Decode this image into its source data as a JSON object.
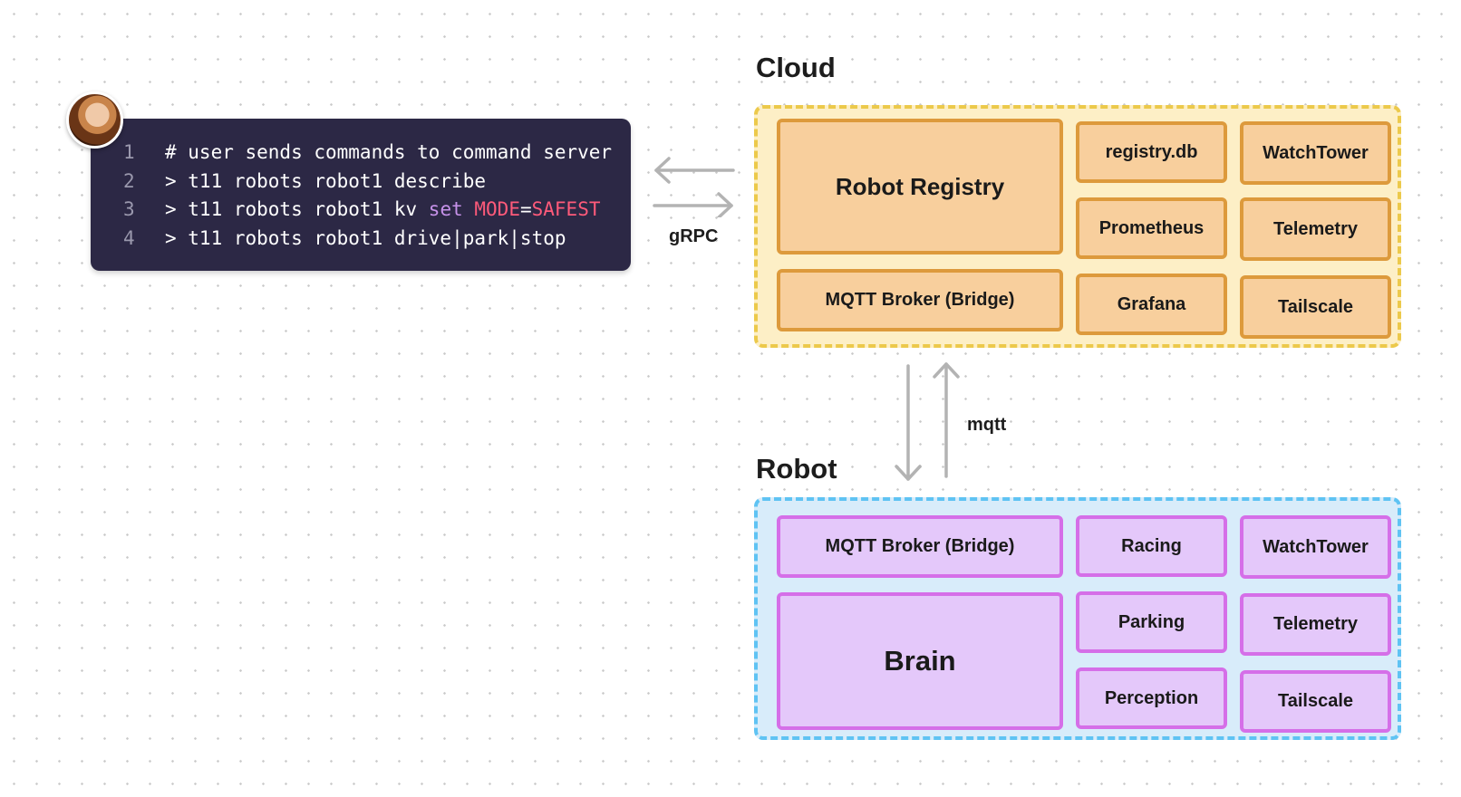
{
  "code": {
    "lines": [
      {
        "num": "1",
        "segments": [
          {
            "text": "# user sends commands to command server",
            "style": "plain"
          }
        ]
      },
      {
        "num": "2",
        "segments": [
          {
            "text": "> t11 robots robot1 describe",
            "style": "plain"
          }
        ]
      },
      {
        "num": "3",
        "segments": [
          {
            "text": "> t11 robots robot1 kv ",
            "style": "plain"
          },
          {
            "text": "set",
            "style": "kw"
          },
          {
            "text": " ",
            "style": "plain"
          },
          {
            "text": "MODE",
            "style": "var"
          },
          {
            "text": "=",
            "style": "plain"
          },
          {
            "text": "SAFEST",
            "style": "var"
          }
        ]
      },
      {
        "num": "4",
        "segments": [
          {
            "text": "> t11 robots robot1 drive|park|stop",
            "style": "plain"
          }
        ]
      }
    ]
  },
  "edges": {
    "grpc_label": "gRPC",
    "mqtt_label": "mqtt"
  },
  "cloud": {
    "title": "Cloud",
    "robot_registry": "Robot Registry",
    "mqtt_broker": "MQTT Broker (Bridge)",
    "registry_db": "registry.db",
    "watchtower": "WatchTower",
    "prometheus": "Prometheus",
    "telemetry": "Telemetry",
    "grafana": "Grafana",
    "tailscale": "Tailscale"
  },
  "robot": {
    "title": "Robot",
    "mqtt_broker": "MQTT Broker (Bridge)",
    "racing": "Racing",
    "watchtower": "WatchTower",
    "brain": "Brain",
    "parking": "Parking",
    "telemetry": "Telemetry",
    "perception": "Perception",
    "tailscale": "Tailscale"
  },
  "colors": {
    "code_bg": "#2c2845",
    "cloud_fill": "#fdefc6",
    "cloud_border": "#ecc94b",
    "cloud_node_fill": "#f8cf9d",
    "cloud_node_border": "#dd9a3c",
    "robot_fill": "#d8ecfa",
    "robot_border": "#5fc3f3",
    "robot_node_fill": "#e4c8fa",
    "robot_node_border": "#d56fe8",
    "arrow": "#b3b3b3"
  },
  "icons": {
    "avatar": "user-avatar-photo"
  }
}
